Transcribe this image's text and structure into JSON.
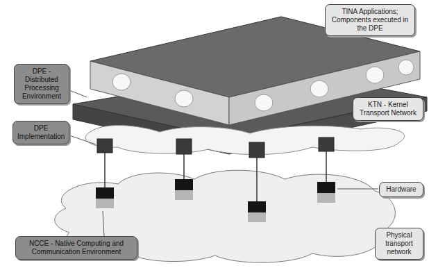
{
  "diagram": {
    "nodes": [
      {
        "text": [
          "TINA Applications; Components executed in the DPE"
        ]
      },
      {
        "text": [
          "DPE - Distributed Processing Environment"
        ]
      },
      {
        "text": [
          "KTN - Kernel Transport Network"
        ]
      },
      {
        "text": [
          "DPE Implementation"
        ]
      },
      {
        "text": [
          "Hardware"
        ]
      },
      {
        "text": [
          "Physical transport network"
        ]
      },
      {
        "text": [
          "NCCE - Native Computing and Communication Environment"
        ]
      }
    ]
  }
}
